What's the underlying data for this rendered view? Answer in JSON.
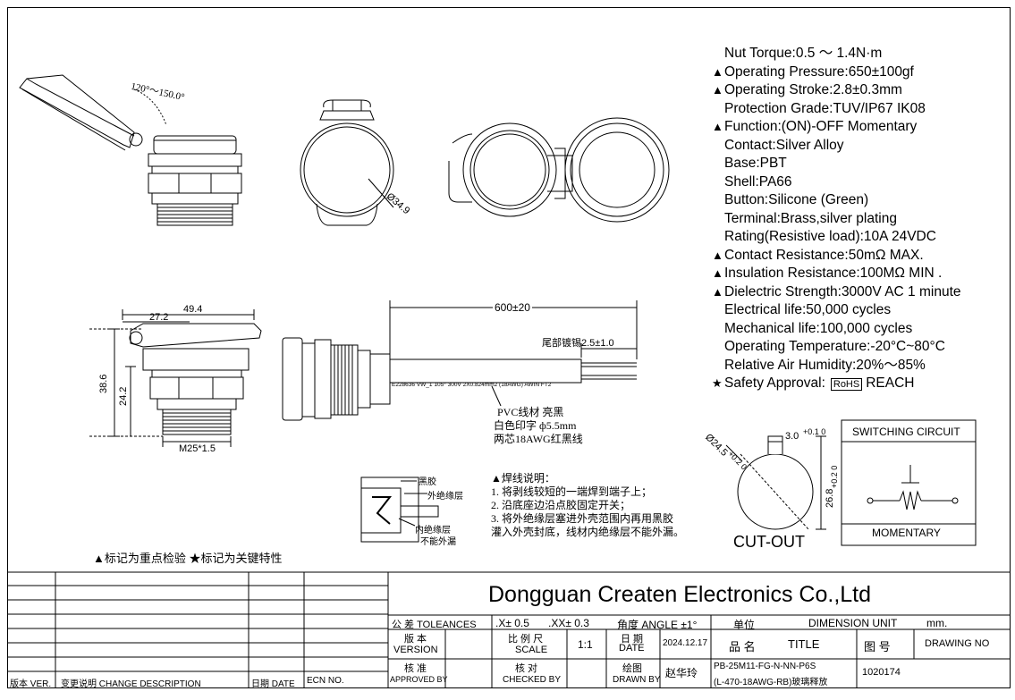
{
  "specs": [
    {
      "mark": "",
      "text": "Nut Torque:0.5 ～ 1.4N·m"
    },
    {
      "mark": "▲",
      "text": "Operating Pressure:650±100gf"
    },
    {
      "mark": "▲",
      "text": "Operating Stroke:2.8±0.3mm"
    },
    {
      "mark": "",
      "text": "Protection Grade:TUV/IP67 IK08"
    },
    {
      "mark": "▲",
      "text": "Function:(ON)-OFF  Momentary"
    },
    {
      "mark": "",
      "text": "Contact:Silver Alloy"
    },
    {
      "mark": "",
      "text": "Base:PBT"
    },
    {
      "mark": "",
      "text": "Shell:PA66"
    },
    {
      "mark": "",
      "text": "Button:Silicone (Green)"
    },
    {
      "mark": "",
      "text": "Terminal:Brass,silver plating"
    },
    {
      "mark": "",
      "text": "Rating(Resistive load):10A 24VDC"
    },
    {
      "mark": "▲",
      "text": "Contact Resistance:50mΩ MAX."
    },
    {
      "mark": "▲",
      "text": "Insulation Resistance:100MΩ MIN ."
    },
    {
      "mark": "▲",
      "text": "Dielectric Strength:3000V AC 1 minute"
    },
    {
      "mark": "",
      "text": "Electrical life:50,000 cycles"
    },
    {
      "mark": "",
      "text": "Mechanical life:100,000 cycles"
    },
    {
      "mark": "",
      "text": "Operating Temperature:-20°C~80°C"
    },
    {
      "mark": "",
      "text": "Relative Air Humidity:20%～85%"
    }
  ],
  "safety": {
    "mark": "★",
    "label": "Safety Approval:",
    "rohs": "RoHS",
    "reach": "REACH"
  },
  "dims": {
    "angle": "120°～150.0°",
    "dia_cap": "Ø34.9",
    "w1": "49.4",
    "w2": "27.2",
    "h1": "38.6",
    "h2": "24.2",
    "thread": "M25*1.5",
    "cable_len": "600±20",
    "tin": "尾部镀锡2.5±1.0",
    "cable_print": "E228636  VW_1  105°  300V  2X0.824mm2 (18AWG)  AWIN FT2",
    "pvc_1": "PVC线材 亮黑",
    "pvc_2": "白色印字 ф5.5mm",
    "pvc_3": "两芯18AWG红黑线",
    "cut_dia": "Ø24.5",
    "cut_dia_tol": "+0.2 0",
    "cut_w": "3.0",
    "cut_w_tol": "+0.1 0",
    "cut_h": "26.8",
    "cut_h_tol": "+0.2 0"
  },
  "labels": {
    "black_glue": "黑胶",
    "outer_insulation": "外绝缘层",
    "inner_insulation_1": "内绝缘层",
    "inner_insulation_2": "不能外漏",
    "cutout": "CUT-OUT",
    "switching_circuit": "SWITCHING CIRCUIT",
    "momentary": "MOMENTARY",
    "legend": "▲标记为重点检验  ★标记为关键特性"
  },
  "welding": {
    "title": "▲焊线说明：",
    "lines": [
      "1. 将剥线较短的一端焊到端子上；",
      "2. 沿底座边沿点胶固定开关；",
      "3. 将外绝缘层塞进外壳范围内再用黑胶",
      "灌入外壳封底，线材内绝缘层不能外漏。"
    ]
  },
  "titleblock": {
    "company": "Dongguan Createn Electronics Co.,Ltd",
    "tol_label": "公  差 TOLEANCES",
    "tol_x": ".X± 0.5",
    "tol_xx": ".XX± 0.3",
    "tol_angle": "角度  ANGLE  ±1°",
    "unit_label": "单位",
    "unit_en": "DIMENSION UNIT",
    "unit_val": "mm.",
    "version_cn": "版  本",
    "version_en": "VERSION",
    "scale_cn": "比 例 尺",
    "scale_en": "SCALE",
    "scale_val": "1:1",
    "date_cn": "日  期",
    "date_en": "DATE",
    "date_val": "2024.12.17",
    "title_cn": "品    名",
    "title_en": "TITLE",
    "drawno_cn": "图    号",
    "drawno_en": "DRAWING NO",
    "approved_cn": "核  准",
    "approved_en": "APPROVED BY",
    "checked_cn": "核  对",
    "checked_en": "CHECKED BY",
    "drawn_cn": "绘图",
    "drawn_en": "DRAWN BY",
    "drawn_val": "赵华玲",
    "part_1": "PB-25M11-FG-N-NN-P6S",
    "part_2": "(L-470-18AWG-RB)玻璃释放",
    "drawing_no": "1020174",
    "rev_ver": "版本 VER.",
    "rev_desc": "变更说明  CHANGE DESCRIPTION",
    "rev_date": "日期  DATE",
    "rev_ecn": "ECN NO."
  }
}
